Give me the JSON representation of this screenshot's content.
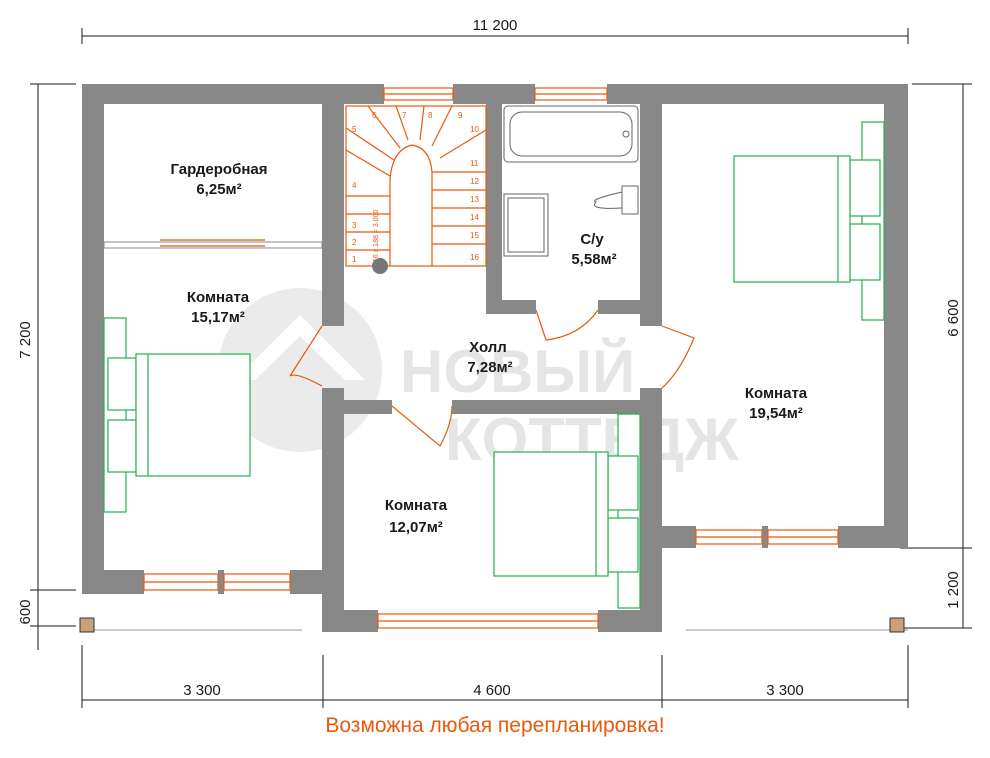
{
  "rooms": {
    "wardrobe": {
      "name": "Гардеробная",
      "area": "6,25м²"
    },
    "room_left": {
      "name": "Комната",
      "area": "15,17м²"
    },
    "bathroom": {
      "name": "С/у",
      "area": "5,58м²"
    },
    "hall": {
      "name": "Холл",
      "area": "7,28м²"
    },
    "room_right": {
      "name": "Комната",
      "area": "19,54м²"
    },
    "room_center": {
      "name": "Комната",
      "area": "12,07м²"
    }
  },
  "dimensions": {
    "total_width": "11 200",
    "total_height": "7 200",
    "right_height": "6 600",
    "right_lower": "1 200",
    "left_lower": "600",
    "bottom_left": "3 300",
    "bottom_center": "4 600",
    "bottom_right": "3 300"
  },
  "stairs": {
    "steps": [
      "1",
      "2",
      "3",
      "4",
      "5",
      "6",
      "7",
      "8",
      "9",
      "10",
      "11",
      "12",
      "13",
      "14",
      "15",
      "16"
    ],
    "note": "16 x 188 = 3 000"
  },
  "watermark": {
    "line1": "НОВЫЙ",
    "line2": "КОТТЕДЖ"
  },
  "footer": {
    "text": "Возможна любая перепланировка!"
  },
  "colors": {
    "wall": "#888888",
    "accent": "#e8590c",
    "furniture": "#22b14c",
    "dimension": "#1a1a1a",
    "watermark": "#e3e3e3"
  }
}
